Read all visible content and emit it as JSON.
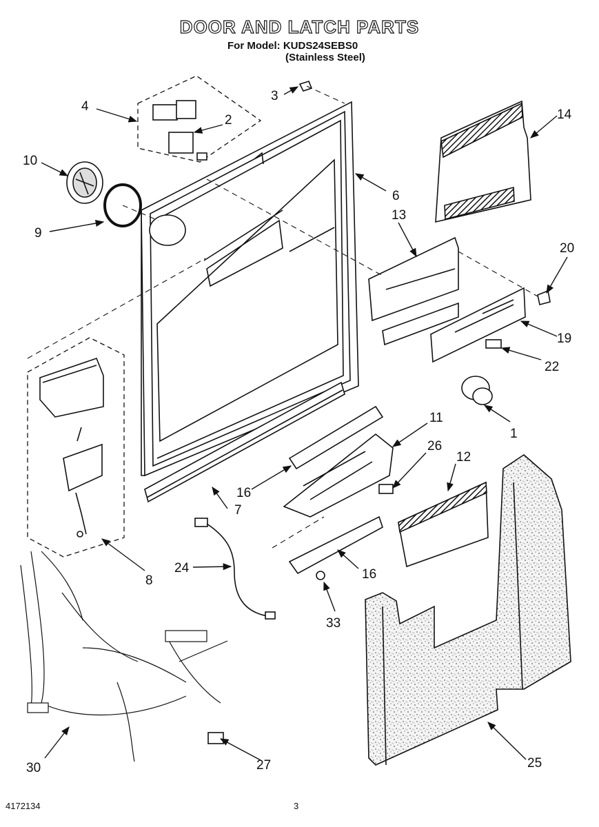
{
  "header": {
    "title": "DOOR AND LATCH PARTS",
    "model_line": "For Model: KUDS24SEBS0",
    "finish_line": "(Stainless Steel)"
  },
  "callouts": [
    {
      "id": "c1",
      "label": "1"
    },
    {
      "id": "c2",
      "label": "2"
    },
    {
      "id": "c3",
      "label": "3"
    },
    {
      "id": "c4",
      "label": "4"
    },
    {
      "id": "c6",
      "label": "6"
    },
    {
      "id": "c7",
      "label": "7"
    },
    {
      "id": "c8",
      "label": "8"
    },
    {
      "id": "c9",
      "label": "9"
    },
    {
      "id": "c10",
      "label": "10"
    },
    {
      "id": "c11",
      "label": "11"
    },
    {
      "id": "c12",
      "label": "12"
    },
    {
      "id": "c13",
      "label": "13"
    },
    {
      "id": "c14",
      "label": "14"
    },
    {
      "id": "c16a",
      "label": "16"
    },
    {
      "id": "c16b",
      "label": "16"
    },
    {
      "id": "c19",
      "label": "19"
    },
    {
      "id": "c20",
      "label": "20"
    },
    {
      "id": "c22",
      "label": "22"
    },
    {
      "id": "c24",
      "label": "24"
    },
    {
      "id": "c25",
      "label": "25"
    },
    {
      "id": "c26",
      "label": "26"
    },
    {
      "id": "c27",
      "label": "27"
    },
    {
      "id": "c30",
      "label": "30"
    },
    {
      "id": "c33",
      "label": "33"
    }
  ],
  "footer": {
    "doc_number": "4172134",
    "page_number": "3"
  }
}
